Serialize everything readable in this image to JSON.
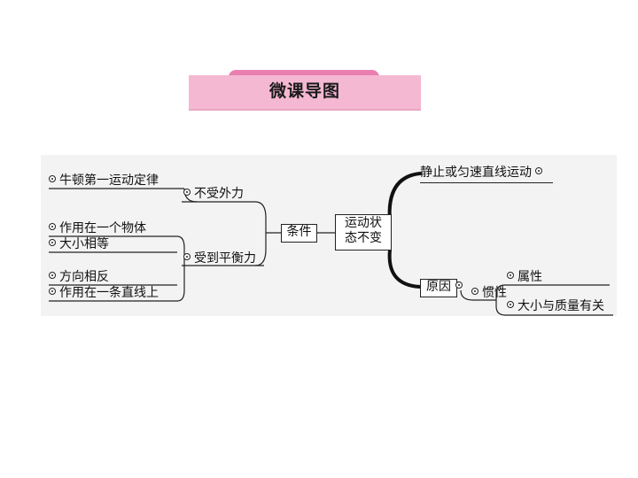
{
  "title": "微课导图",
  "center": {
    "line1": "运动状",
    "line2": "态不变"
  },
  "left": {
    "condition": "条件",
    "no_force": "不受外力",
    "newton_law": "牛顿第一运动定律",
    "balanced": "受到平衡力",
    "balanced_items": [
      "作用在一个物体",
      "大小相等",
      "方向相反",
      "作用在一条直线上"
    ]
  },
  "right": {
    "state": "静止或匀速直线运动",
    "reason": "原因",
    "inertia": "惯性",
    "inertia_items": [
      "属性",
      "大小与质量有关"
    ]
  }
}
